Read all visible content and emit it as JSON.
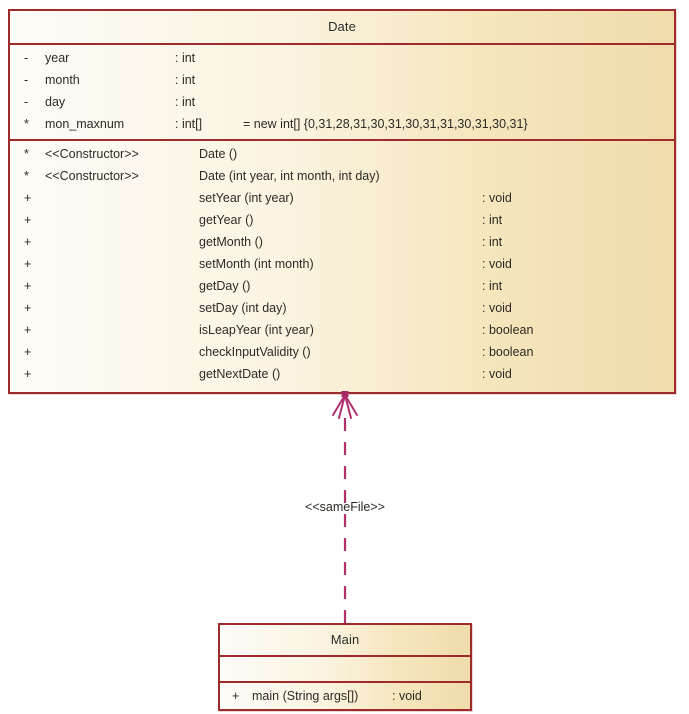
{
  "diagram": {
    "type": "uml-class-diagram",
    "background_color": "#ffffff",
    "class_border_color": "#9e2b2b",
    "class_fill_gradient_from": "#fdfcf8",
    "class_fill_gradient_to": "#f0dcab",
    "connector_color": "#b0306e",
    "text_color": "#2e2a26"
  },
  "date_class": {
    "name": "Date",
    "attributes": [
      {
        "visibility": "-",
        "name": "year",
        "type": ": int",
        "default": ""
      },
      {
        "visibility": "-",
        "name": "month",
        "type": ": int",
        "default": ""
      },
      {
        "visibility": "-",
        "name": "day",
        "type": ": int",
        "default": ""
      },
      {
        "visibility": "*",
        "name": "mon_maxnum",
        "type": ": int[]",
        "default": "= new int[] {0,31,28,31,30,31,30,31,31,30,31,30,31}"
      }
    ],
    "methods": [
      {
        "visibility": "*",
        "stereotype": "<<Constructor>>",
        "name": "Date ()",
        "returns": ""
      },
      {
        "visibility": "*",
        "stereotype": "<<Constructor>>",
        "name": "Date (int year, int month, int day)",
        "returns": ""
      },
      {
        "visibility": "+",
        "stereotype": "",
        "name": "setYear (int year)",
        "returns": ": void"
      },
      {
        "visibility": "+",
        "stereotype": "",
        "name": "getYear ()",
        "returns": ": int"
      },
      {
        "visibility": "+",
        "stereotype": "",
        "name": "getMonth ()",
        "returns": ": int"
      },
      {
        "visibility": "+",
        "stereotype": "",
        "name": "setMonth (int month)",
        "returns": ": void"
      },
      {
        "visibility": "+",
        "stereotype": "",
        "name": "getDay ()",
        "returns": ": int"
      },
      {
        "visibility": "+",
        "stereotype": "",
        "name": "setDay (int day)",
        "returns": ": void"
      },
      {
        "visibility": "+",
        "stereotype": "",
        "name": "isLeapYear (int year)",
        "returns": ": boolean"
      },
      {
        "visibility": "+",
        "stereotype": "",
        "name": "checkInputValidity ()",
        "returns": ": boolean"
      },
      {
        "visibility": "+",
        "stereotype": "",
        "name": "getNextDate ()",
        "returns": ": void"
      }
    ]
  },
  "main_class": {
    "name": "Main",
    "attributes": [],
    "methods": [
      {
        "visibility": "+",
        "name": "main (String args[])",
        "returns": ": void"
      }
    ]
  },
  "relationship": {
    "label": "<<sameFile>>",
    "line_style": "dashed",
    "arrow_style": "open-splayed-arrow",
    "source": "Main",
    "target": "Date"
  }
}
